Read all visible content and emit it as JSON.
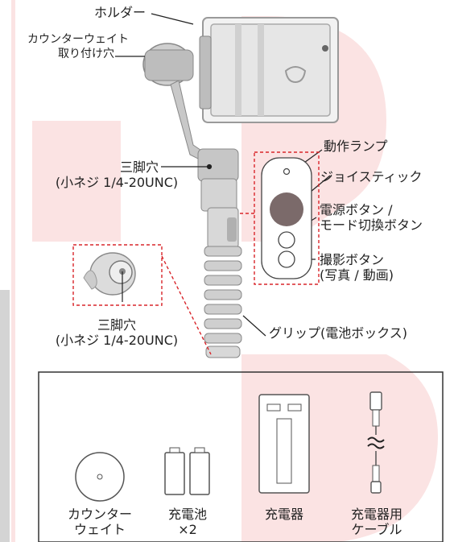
{
  "labels": {
    "holder": "ホルダー",
    "counterweight_hole_1": "カウンターウェイト",
    "counterweight_hole_2": "取り付け穴",
    "tripod_hole_top_1": "三脚穴",
    "tripod_hole_top_2": "(小ネジ 1/4-20UNC)",
    "status_lamp": "動作ランプ",
    "joystick": "ジョイスティック",
    "power_button_1": "電源ボタン /",
    "power_button_2": "モード切換ボタン",
    "shutter_button_1": "撮影ボタン",
    "shutter_button_2": "(写真 / 動画)",
    "tripod_hole_bottom_1": "三脚穴",
    "tripod_hole_bottom_2": "(小ネジ 1/4-20UNC)",
    "grip": "グリップ(電池ボックス)"
  },
  "accessories": [
    {
      "line1": "カウンター",
      "line2": "ウェイト"
    },
    {
      "line1": "充電池",
      "line2": "×2"
    },
    {
      "line1": "充電器",
      "line2": ""
    },
    {
      "line1": "充電器用",
      "line2": "ケーブル"
    }
  ],
  "colors": {
    "watermark": "#fbe3e3",
    "dashed_red": "#d9262b",
    "joystick_fill": "#7b6a6a"
  }
}
